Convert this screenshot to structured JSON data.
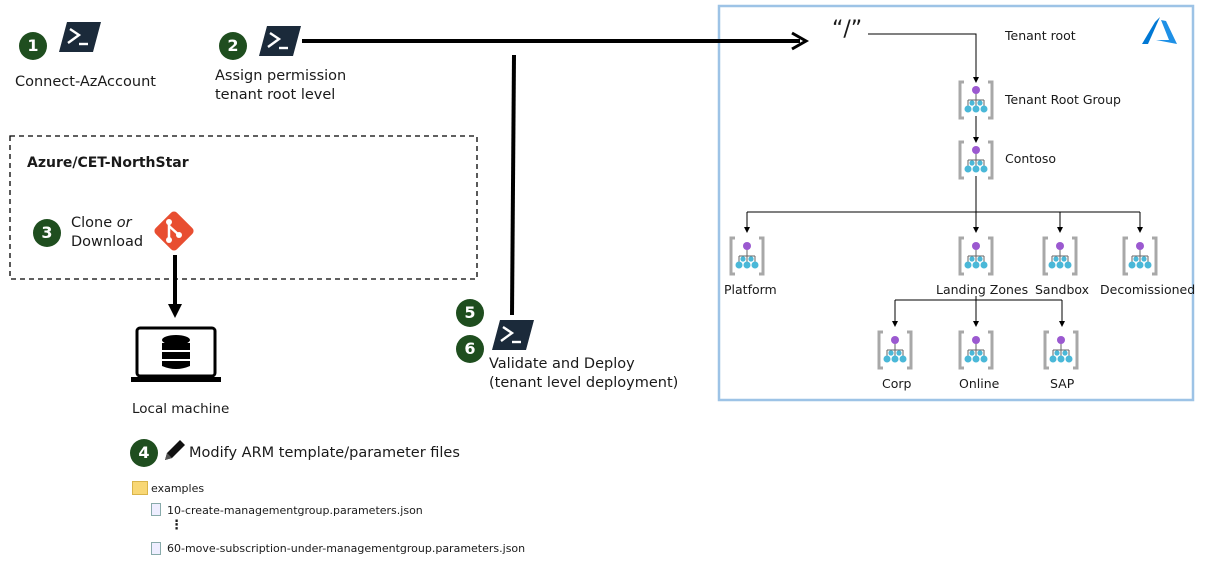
{
  "steps": {
    "s1": {
      "num": "1",
      "label": "Connect-AzAccount"
    },
    "s2": {
      "num": "2",
      "line1": "Assign permission",
      "line2": "tenant root level"
    },
    "s3": {
      "num": "3",
      "word1": "Clone",
      "word2": "or",
      "word3": "Download"
    },
    "s4": {
      "num": "4",
      "label": "Modify ARM template/parameter files"
    },
    "s5": {
      "num": "5"
    },
    "s6": {
      "num": "6",
      "line1": "Validate and Deploy",
      "line2": "(tenant level deployment)"
    }
  },
  "repo": {
    "title": "Azure/CET-NorthStar"
  },
  "local": {
    "label": "Local machine"
  },
  "files": {
    "folder": "examples",
    "file1": "10-create-managementgroup.parameters.json",
    "ellipsis": "⋮",
    "file2": "60-move-subscription-under-managementgroup.parameters.json"
  },
  "tree": {
    "root_symbol": "“/”",
    "root_label": "Tenant root",
    "trg": "Tenant Root Group",
    "contoso": "Contoso",
    "platform": "Platform",
    "landing": "Landing Zones",
    "sandbox": "Sandbox",
    "decom": "Decomissioned",
    "corp": "Corp",
    "online": "Online",
    "sap": "SAP"
  },
  "colors": {
    "step_bg": "#1f4e1f",
    "azure_border": "#9dc3e6",
    "azure_blue": "#0078d4",
    "git_orange": "#e84e31"
  }
}
